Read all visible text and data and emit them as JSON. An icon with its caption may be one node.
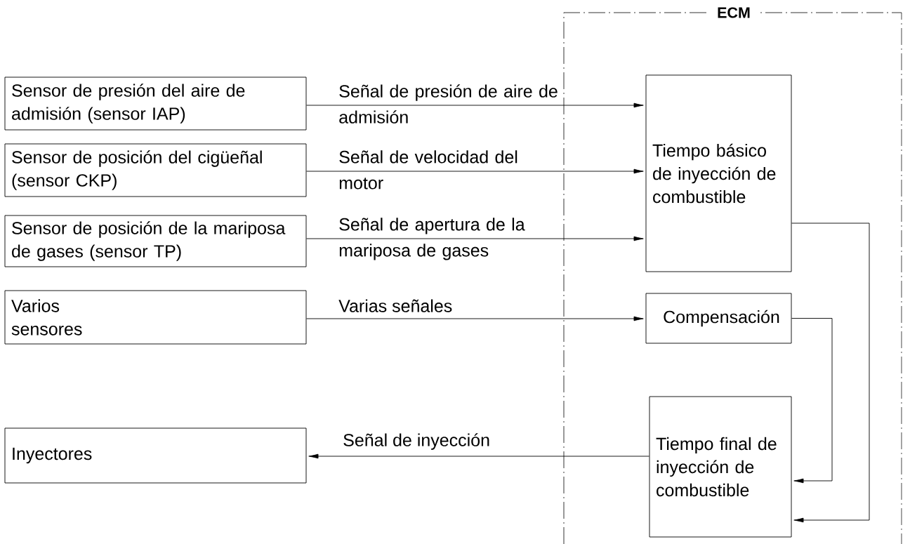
{
  "diagram": {
    "nodes": [
      {
        "text": [
          "ECM"
        ]
      },
      {
        "text": [
          "Sensor de presión del aire de admisión (sensor IAP)"
        ]
      },
      {
        "text": [
          "Sensor de posición del cigüeñal (sensor CKP)"
        ]
      },
      {
        "text": [
          "Sensor de posición de la mariposa de gases (sensor TP)"
        ]
      },
      {
        "text": [
          "Varios sensores"
        ]
      },
      {
        "text": [
          "Inyectores"
        ]
      },
      {
        "text": [
          "Tiempo básico de inyección de combustible"
        ],
        "in": 0
      },
      {
        "text": [
          "Compensación"
        ],
        "in": 0
      },
      {
        "text": [
          "Tiempo final de inyección de combustible"
        ],
        "in": 0
      }
    ],
    "edges": [
      {
        "from": 1,
        "to": 6,
        "arrow": "to",
        "label": "Señal de presión de aire de admisión"
      },
      {
        "from": 2,
        "to": 6,
        "arrow": "to",
        "label": "Señal de velocidad del motor"
      },
      {
        "from": 3,
        "to": 6,
        "arrow": "to",
        "label": "Señal de apertura de la mariposa de gases"
      },
      {
        "from": 4,
        "to": 7,
        "arrow": "to",
        "label": "Varias señales"
      },
      {
        "from": 8,
        "to": 5,
        "arrow": "to",
        "label": "Señal de inyección"
      },
      {
        "from": 7,
        "to": 8,
        "arrow": "to"
      },
      {
        "from": 6,
        "to": 8,
        "arrow": "to"
      }
    ]
  }
}
